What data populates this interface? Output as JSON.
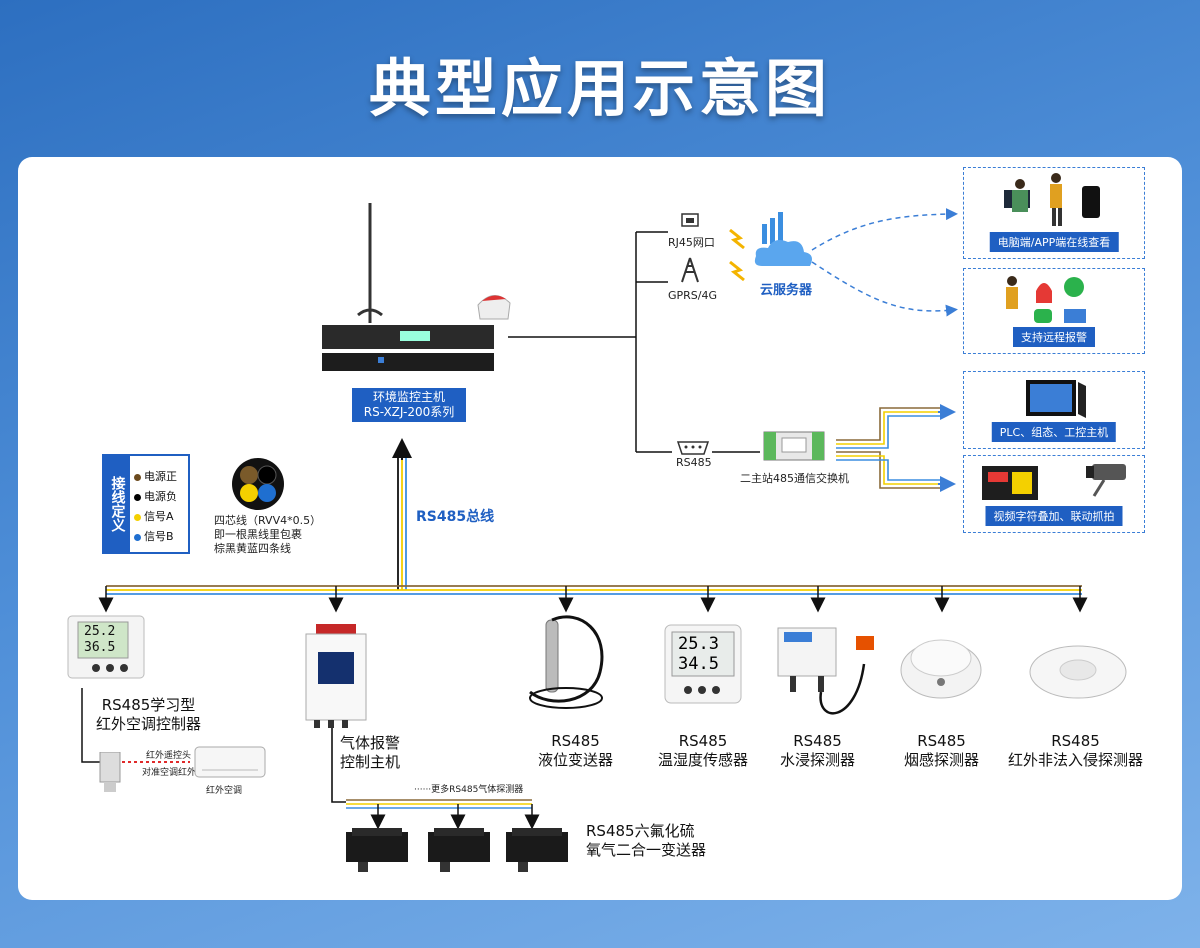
{
  "title": "典型应用示意图",
  "host": {
    "name": "环境监控主机",
    "model": "RS-XZJ-200系列"
  },
  "comm": {
    "rj45": "RJ45网口",
    "gprs": "GPRS/4G",
    "cloud": "云服务器",
    "rs485": "RS485",
    "switch": "二主站485通信交换机"
  },
  "cards": [
    {
      "label": "电脑端/APP端在线查看"
    },
    {
      "label": "支持远程报警"
    },
    {
      "label": "PLC、组态、工控主机"
    },
    {
      "label": "视频字符叠加、联动抓拍"
    }
  ],
  "legend": {
    "title": "接线定义",
    "items": [
      {
        "label": "电源正",
        "color": "#6b4a1e"
      },
      {
        "label": "电源负",
        "color": "#000000"
      },
      {
        "label": "信号A",
        "color": "#f4d000"
      },
      {
        "label": "信号B",
        "color": "#1f6fd0"
      }
    ]
  },
  "cable": {
    "line1": "四芯线（RVV4*0.5）",
    "line2": "即一根黑线里包裹",
    "line3": "棕黑黄蓝四条线"
  },
  "bus_label": "RS485总线",
  "devices": [
    {
      "line1": "RS485学习型",
      "line2": "红外空调控制器"
    },
    {
      "line1": "气体报警",
      "line2": "控制主机"
    },
    {
      "line1": "RS485",
      "line2": "液位变送器"
    },
    {
      "line1": "RS485",
      "line2": "温湿度传感器"
    },
    {
      "line1": "RS485",
      "line2": "水浸探测器"
    },
    {
      "line1": "RS485",
      "line2": "烟感探测器"
    },
    {
      "line1": "RS485",
      "line2": "红外非法入侵探测器"
    }
  ],
  "aircon": {
    "probe": "红外遥控头",
    "align": "对准空调红外口",
    "unit": "红外空调"
  },
  "gas": {
    "more": "······更多RS485气体探测器",
    "sensor_line1": "RS485六氟化硫",
    "sensor_line2": "氧气二合一变送器"
  },
  "lcd": {
    "temp1": "25.2",
    "hum1": "36.5",
    "temp2": "25.3",
    "hum2": "34.5"
  },
  "colors": {
    "brand": "#1f5fc2",
    "wire_yellow": "#f4d000",
    "wire_blue": "#3b8ee0",
    "wire_brown": "#8a6a3a"
  }
}
